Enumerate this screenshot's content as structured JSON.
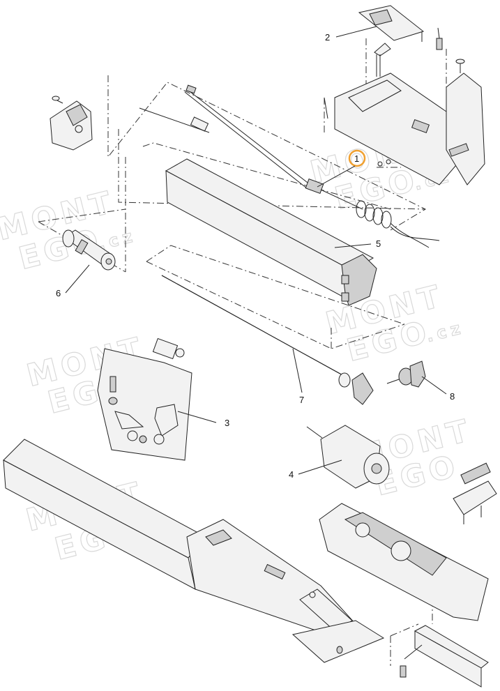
{
  "watermark": {
    "line1": "MONT",
    "line2": "EGO",
    "suffix": ".cz"
  },
  "highlight": {
    "callout": "1",
    "color": "#f0a030"
  },
  "callouts": [
    {
      "id": "1",
      "text": "1"
    },
    {
      "id": "2",
      "text": "2"
    },
    {
      "id": "3",
      "text": "3"
    },
    {
      "id": "4",
      "text": "4"
    },
    {
      "id": "5",
      "text": "5"
    },
    {
      "id": "6",
      "text": "6"
    },
    {
      "id": "7",
      "text": "7"
    },
    {
      "id": "8",
      "text": "8"
    }
  ]
}
